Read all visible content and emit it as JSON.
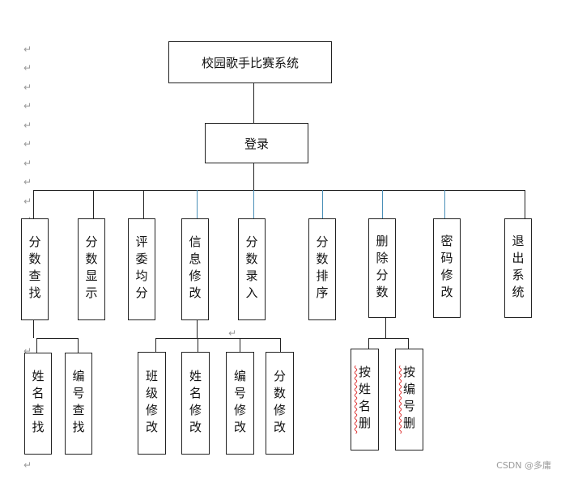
{
  "title": "校园歌手比赛系统",
  "login": "登录",
  "level1": [
    {
      "key": "score_query",
      "label": "分数查找"
    },
    {
      "key": "score_show",
      "label": "分数显示"
    },
    {
      "key": "judge_avg",
      "label": "评委均分"
    },
    {
      "key": "info_edit",
      "label": "信息修改"
    },
    {
      "key": "score_input",
      "label": "分数录入"
    },
    {
      "key": "score_sort",
      "label": "分数排序"
    },
    {
      "key": "score_delete",
      "label": "删除分数"
    },
    {
      "key": "pwd_edit",
      "label": "密码修改"
    },
    {
      "key": "exit",
      "label": "退出系统"
    }
  ],
  "query_children": [
    "姓名查找",
    "编号查找"
  ],
  "edit_children": [
    "班级修改",
    "姓名修改",
    "编号修改",
    "分数修改"
  ],
  "delete_children": [
    "按姓名删",
    "按编号删"
  ],
  "para_mark": "↵",
  "watermark": "CSDN @多庸"
}
